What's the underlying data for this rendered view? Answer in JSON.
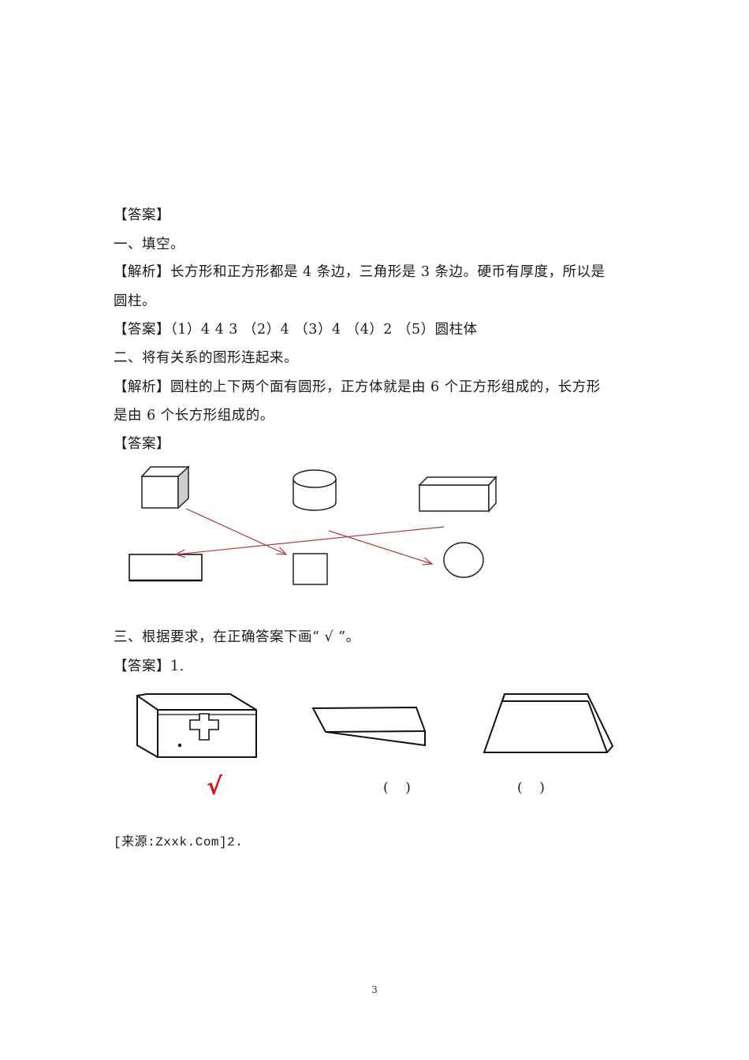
{
  "document": {
    "lines": {
      "answer_heading": "【答案】",
      "section1_title": "一、填空。",
      "section1_analysis_a": "【解析】长方形和正方形都是 4 条边，三角形是 3 条边。硬币有厚度，所以是",
      "section1_analysis_b": "圆柱。",
      "section1_answer": "【答案】（1）4  4  3  （2）4  （3）4  （4）2  （5）圆柱体",
      "section2_title": "二、将有关系的图形连起来。",
      "section2_analysis_a": "【解析】圆柱的上下两个面有圆形，正方体就是由 6 个正方形组成的，长方形",
      "section2_analysis_b": "是由 6 个长方形组成的。",
      "section2_answer": "【答案】",
      "section3_title": "三、根据要求，在正确答案下画“ √ ”。",
      "section3_answer": "【答案】1.",
      "source_line": "[来源:Zxxk.Com]2."
    },
    "matching_diagram": {
      "top_shapes": [
        "cube",
        "cylinder",
        "cuboid"
      ],
      "bottom_shapes": [
        "rectangle",
        "square",
        "circle"
      ],
      "connections": [
        {
          "from": "cube",
          "to": "square"
        },
        {
          "from": "cylinder",
          "to": "circle"
        },
        {
          "from": "cuboid",
          "to": "rectangle"
        }
      ],
      "arrow_color": "#b03a3a"
    },
    "choice_diagram": {
      "options": [
        {
          "shape": "first-aid-box",
          "mark": "√",
          "selected": true
        },
        {
          "shape": "wedge-prism",
          "mark": "(    )",
          "selected": false
        },
        {
          "shape": "trapezoid-prism",
          "mark": "(    )",
          "selected": false
        }
      ],
      "check_color": "#e0101a"
    },
    "page_number": "3"
  }
}
